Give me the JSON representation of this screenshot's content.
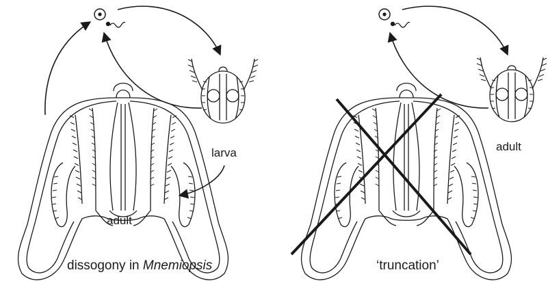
{
  "left_panel": {
    "larva_label": "larva",
    "adult_label": "adult",
    "caption_prefix": "dissogony in ",
    "caption_genus": "Mnemiopsis"
  },
  "right_panel": {
    "adult_label": "adult",
    "caption": "‘truncation’"
  },
  "colors": {
    "ink": "#1a1a1a",
    "background": "#ffffff"
  }
}
